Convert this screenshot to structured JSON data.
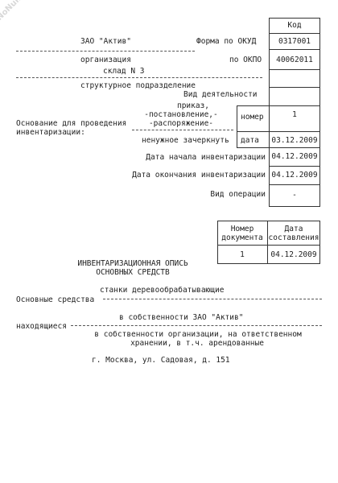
{
  "watermark": "NoNumber.ru",
  "code_table": {
    "header": "Код",
    "rows": [
      "0317001",
      "40062011",
      "",
      "",
      "1",
      "03.12.2009",
      "04.12.2009",
      "04.12.2009",
      "-"
    ]
  },
  "org": {
    "name": "ЗАО \"Актив\"",
    "name_caption": "организация",
    "okud_label": "Форма по ОКУД",
    "okpo_label": "по ОКПО",
    "unit": "склад N 3",
    "unit_caption": "структурное подразделение"
  },
  "activity": {
    "label": "Вид деятельности"
  },
  "basis": {
    "label_line1": "Основание для проведения",
    "label_line2": "инвентаризации:",
    "doc_type_line1": "приказ,",
    "doc_type_line2": "-постановление,-",
    "doc_type_line3": "-распоряжение-",
    "strike_note": "ненужное зачеркнуть",
    "number_label": "номер",
    "date_label": "дата"
  },
  "dates": {
    "start_label": "Дата начала инвентаризации",
    "end_label": "Дата окончания инвентаризации",
    "operation_label": "Вид операции"
  },
  "doc_table": {
    "col1_line1": "Номер",
    "col1_line2": "документа",
    "col2_line1": "Дата",
    "col2_line2": "составления",
    "number": "1",
    "date": "04.12.2009"
  },
  "title": {
    "line1": "ИНВЕНТАРИЗАЦИОННАЯ ОПИСЬ",
    "line2": "ОСНОВНЫХ СРЕДСТВ"
  },
  "assets": {
    "label": "Основные средства",
    "value": "станки деревообрабатывающие"
  },
  "location": {
    "label": "находящиеся",
    "value": "в собственности ЗАО \"Актив\"",
    "caption_line1": "в собственности организации, на ответственном",
    "caption_line2": "хранении, в т.ч. арендованные"
  },
  "address": "г. Москва, ул. Садовая, д. 151"
}
